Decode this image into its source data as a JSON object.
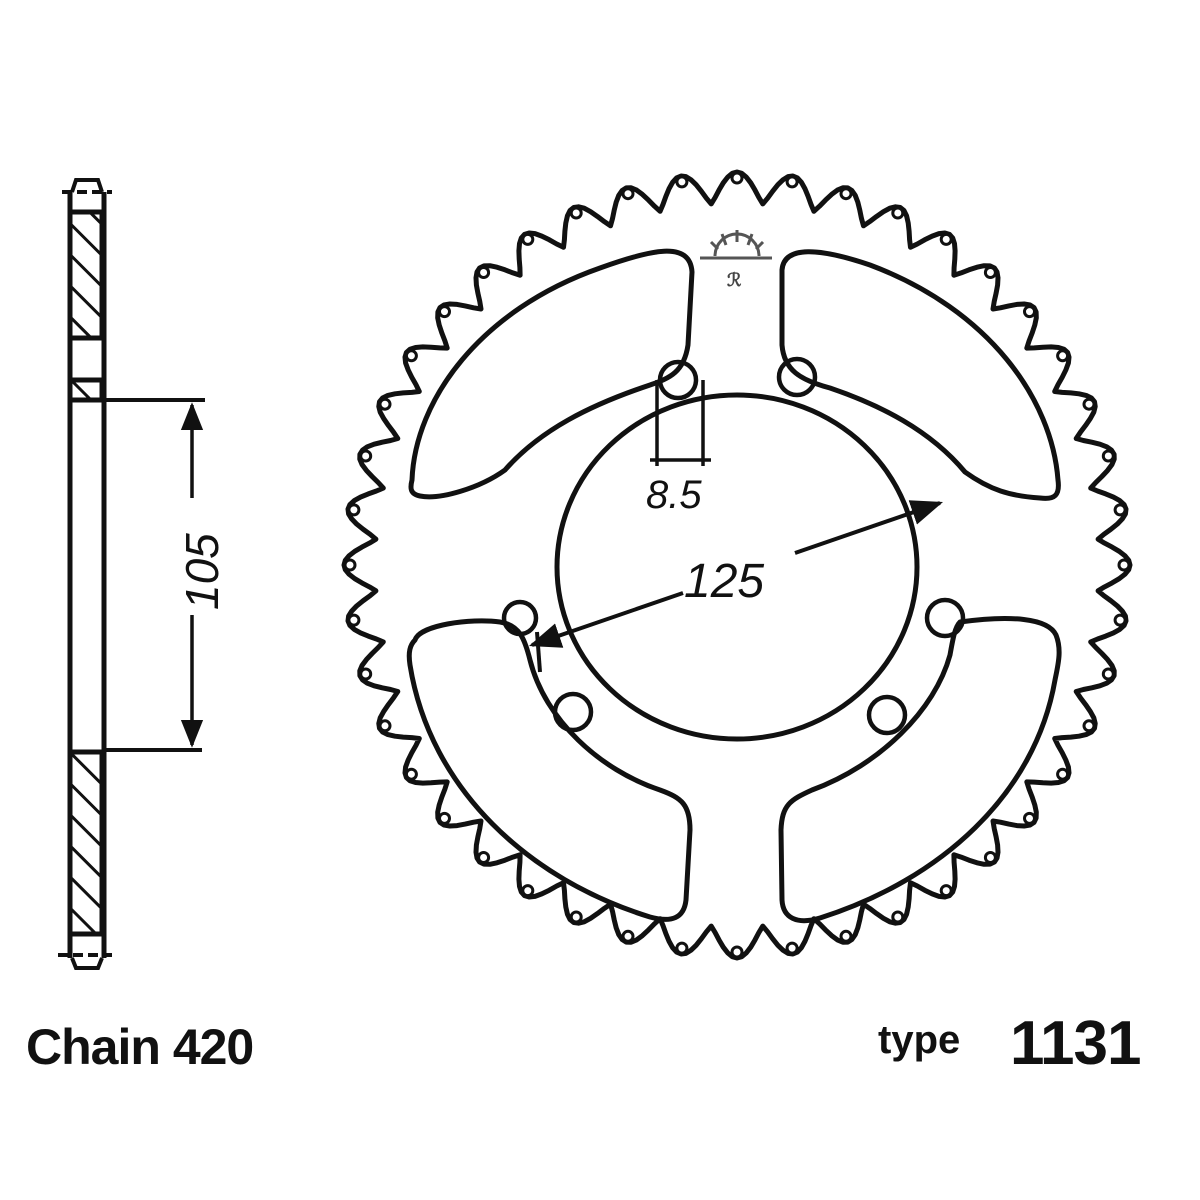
{
  "title": "Rear sprocket technical drawing",
  "labels": {
    "chain_prefix": "Chain",
    "chain_size": "420",
    "type_prefix": "type",
    "type_number": "1131"
  },
  "dimensions": {
    "bolt_hole_diameter": "8.5",
    "bolt_circle_diameter": "125",
    "center_bore_diameter": "105"
  },
  "sprocket": {
    "teeth_count_drawn": 44,
    "bolt_holes": 6,
    "cutout_windows": 4
  },
  "icons": {
    "brand_mark": "sun-logo-icon",
    "brand_glyph": "ℛ"
  },
  "colors": {
    "ink": "#111111",
    "background": "#ffffff"
  }
}
